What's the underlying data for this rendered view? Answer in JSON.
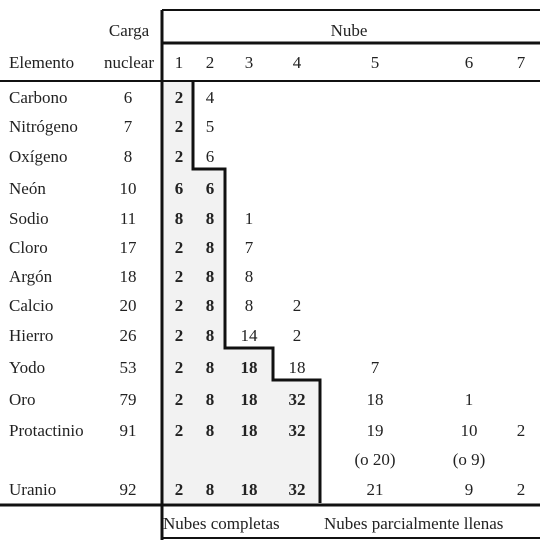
{
  "header": {
    "carga_top": "Carga",
    "carga_bottom": "nuclear",
    "nube": "Nube",
    "elemento": "Elemento",
    "shells": [
      "1",
      "2",
      "3",
      "4",
      "5",
      "6",
      "7"
    ]
  },
  "rows": [
    {
      "element": "Carbono",
      "charge": "6",
      "shells": [
        "2",
        "4",
        "",
        "",
        "",
        "",
        ""
      ]
    },
    {
      "element": "Nitrógeno",
      "charge": "7",
      "shells": [
        "2",
        "5",
        "",
        "",
        "",
        "",
        ""
      ]
    },
    {
      "element": "Oxígeno",
      "charge": "8",
      "shells": [
        "2",
        "6",
        "",
        "",
        "",
        "",
        ""
      ]
    },
    {
      "element": "Neón",
      "charge": "10",
      "shells": [
        "6",
        "6",
        "",
        "",
        "",
        "",
        ""
      ]
    },
    {
      "element": "Sodio",
      "charge": "11",
      "shells": [
        "8",
        "8",
        "1",
        "",
        "",
        "",
        ""
      ]
    },
    {
      "element": "Cloro",
      "charge": "17",
      "shells": [
        "2",
        "8",
        "7",
        "",
        "",
        "",
        ""
      ]
    },
    {
      "element": "Argón",
      "charge": "18",
      "shells": [
        "2",
        "8",
        "8",
        "",
        "",
        "",
        ""
      ]
    },
    {
      "element": "Calcio",
      "charge": "20",
      "shells": [
        "2",
        "8",
        "8",
        "2",
        "",
        "",
        ""
      ]
    },
    {
      "element": "Hierro",
      "charge": "26",
      "shells": [
        "2",
        "8",
        "14",
        "2",
        "",
        "",
        ""
      ]
    },
    {
      "element": "Yodo",
      "charge": "53",
      "shells": [
        "2",
        "8",
        "18",
        "18",
        "7",
        "",
        ""
      ]
    },
    {
      "element": "Oro",
      "charge": "79",
      "shells": [
        "2",
        "8",
        "18",
        "32",
        "18",
        "1",
        ""
      ]
    },
    {
      "element": "Protactinio",
      "charge": "91",
      "shells": [
        "2",
        "8",
        "18",
        "32",
        "19",
        "10",
        "2"
      ]
    },
    {
      "element": "",
      "charge": "",
      "shells": [
        "",
        "",
        "",
        "",
        "(o 20)",
        "(o 9)",
        ""
      ]
    },
    {
      "element": "Uranio",
      "charge": "92",
      "shells": [
        "2",
        "8",
        "18",
        "32",
        "21",
        "9",
        "2"
      ]
    }
  ],
  "footer": {
    "complete": "Nubes completas",
    "partial": "Nubes parcialmente llenas"
  },
  "colors": {
    "complete_fill": "#f2f2f2",
    "lines": "#111111"
  }
}
